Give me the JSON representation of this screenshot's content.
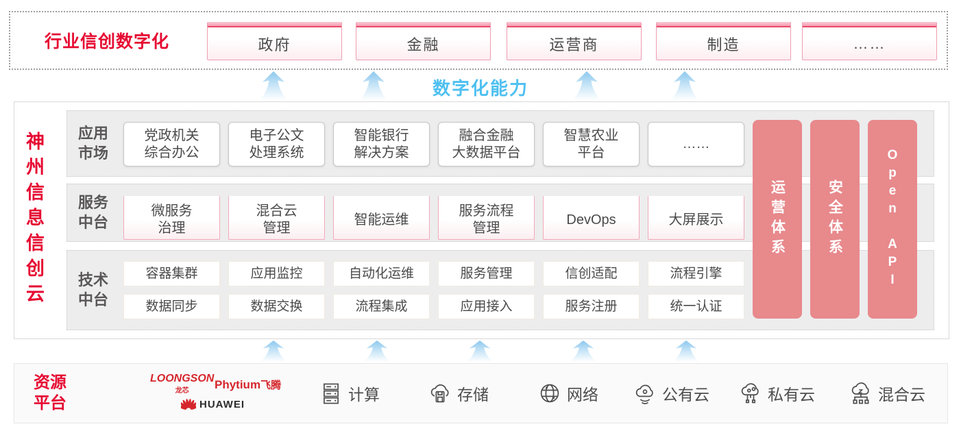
{
  "colors": {
    "brand_red": "#e60a32",
    "pillar_pink": "#e8898c",
    "capability_blue": "#4fc0f0",
    "panel_gray": "#ededed"
  },
  "top": {
    "label": "行业信创数字化",
    "industries": [
      "政府",
      "金融",
      "运营商",
      "制造",
      "……"
    ]
  },
  "capability": {
    "label": "数字化能力"
  },
  "platform": {
    "vertical_title": "神州信息信创云",
    "app_row": {
      "label": "应用\n市场",
      "items": [
        "党政机关\n综合办公",
        "电子公文\n处理系统",
        "智能银行\n解决方案",
        "融合金融\n大数据平台",
        "智慧农业\n平台",
        "……"
      ]
    },
    "service_row": {
      "label": "服务\n中台",
      "items": [
        "微服务\n治理",
        "混合云\n管理",
        "智能运维",
        "服务流程\n管理",
        "DevOps",
        "大屏展示"
      ]
    },
    "tech_row": {
      "label": "技术\n中台",
      "row1": [
        "容器集群",
        "应用监控",
        "自动化运维",
        "服务管理",
        "信创适配",
        "流程引擎"
      ],
      "row2": [
        "数据同步",
        "数据交换",
        "流程集成",
        "应用接入",
        "服务注册",
        "统一认证"
      ]
    },
    "pillars": [
      "运营体系",
      "安全体系",
      "Open API"
    ]
  },
  "resource": {
    "label": "资源\n平台",
    "vendors": {
      "loongson": "LOONGSON",
      "loongson_sub": "龙芯",
      "phytium": "Phytium",
      "phytium_sub": "飞腾",
      "huawei": "HUAWEI"
    },
    "items": [
      {
        "icon": "compute-icon",
        "label": "计算"
      },
      {
        "icon": "storage-icon",
        "label": "存储"
      },
      {
        "icon": "network-icon",
        "label": "网络"
      },
      {
        "icon": "public-cloud-icon",
        "label": "公有云"
      },
      {
        "icon": "private-cloud-icon",
        "label": "私有云"
      },
      {
        "icon": "hybrid-cloud-icon",
        "label": "混合云"
      }
    ]
  }
}
